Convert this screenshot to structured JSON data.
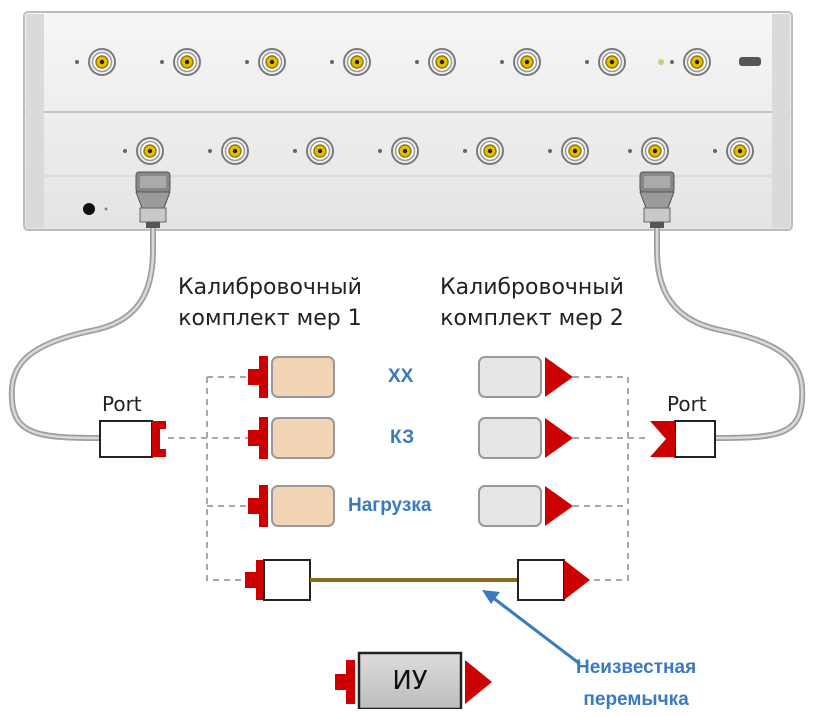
{
  "kit1": {
    "line1": "Калибровочный",
    "line2": "комплект мер 1"
  },
  "kit2": {
    "line1": "Калибровочный",
    "line2": "комплект мер 2"
  },
  "standards": {
    "open": "XX",
    "short": "КЗ",
    "load": "Нагрузка"
  },
  "ports": {
    "left": "Port",
    "right": "Port"
  },
  "dut": "ИУ",
  "annotation": {
    "line1": "Неизвестная",
    "line2": "перемычка"
  },
  "colors": {
    "panel": "#eeeeee",
    "connector_gold": "#c8a000",
    "male_marker": "#cc0000",
    "kit1_fill": "#f2d3b3",
    "kit2_fill": "#e6e6e6",
    "thru_line": "#8a6a1f",
    "label_blue": "#3a7abf",
    "dashed_line": "#a8a8a8"
  }
}
